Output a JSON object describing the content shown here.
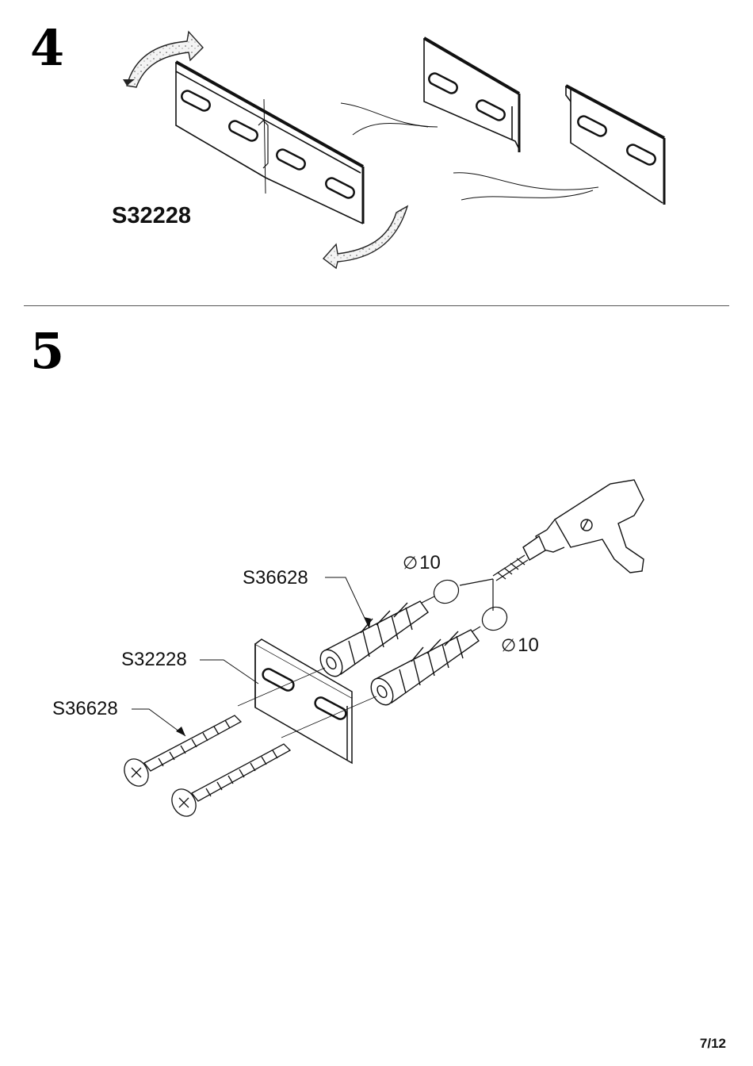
{
  "step4": {
    "number": "4",
    "part_code": "S32228"
  },
  "step5": {
    "number": "5",
    "callouts": {
      "anchor_top": "S36628",
      "rail": "S32228",
      "screw": "S36628"
    },
    "drill_diameter_1": "10",
    "drill_diameter_2": "10"
  },
  "page_number": "7/12"
}
